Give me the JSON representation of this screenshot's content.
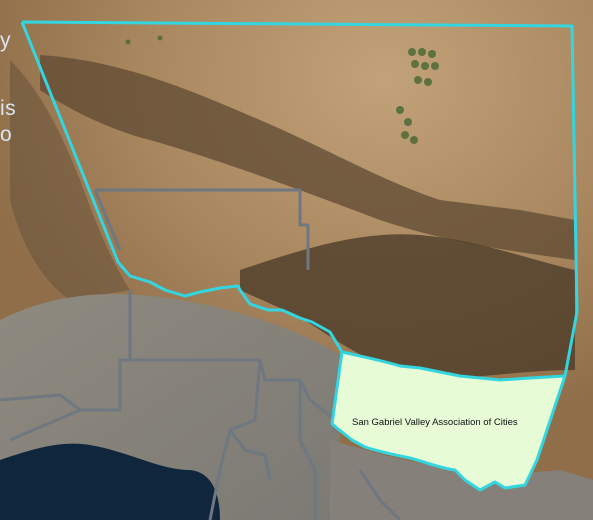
{
  "slide": {
    "text_fragments": [
      "y",
      "is",
      "o"
    ]
  },
  "map": {
    "highlighted_region_label": "San Gabriel Valley Association of Cities",
    "colors": {
      "county_outline": "#33d6e0",
      "highlight_fill": "#e6fbd6",
      "boundaries": "#6f7780",
      "background_panel": "#1f3a57"
    }
  }
}
